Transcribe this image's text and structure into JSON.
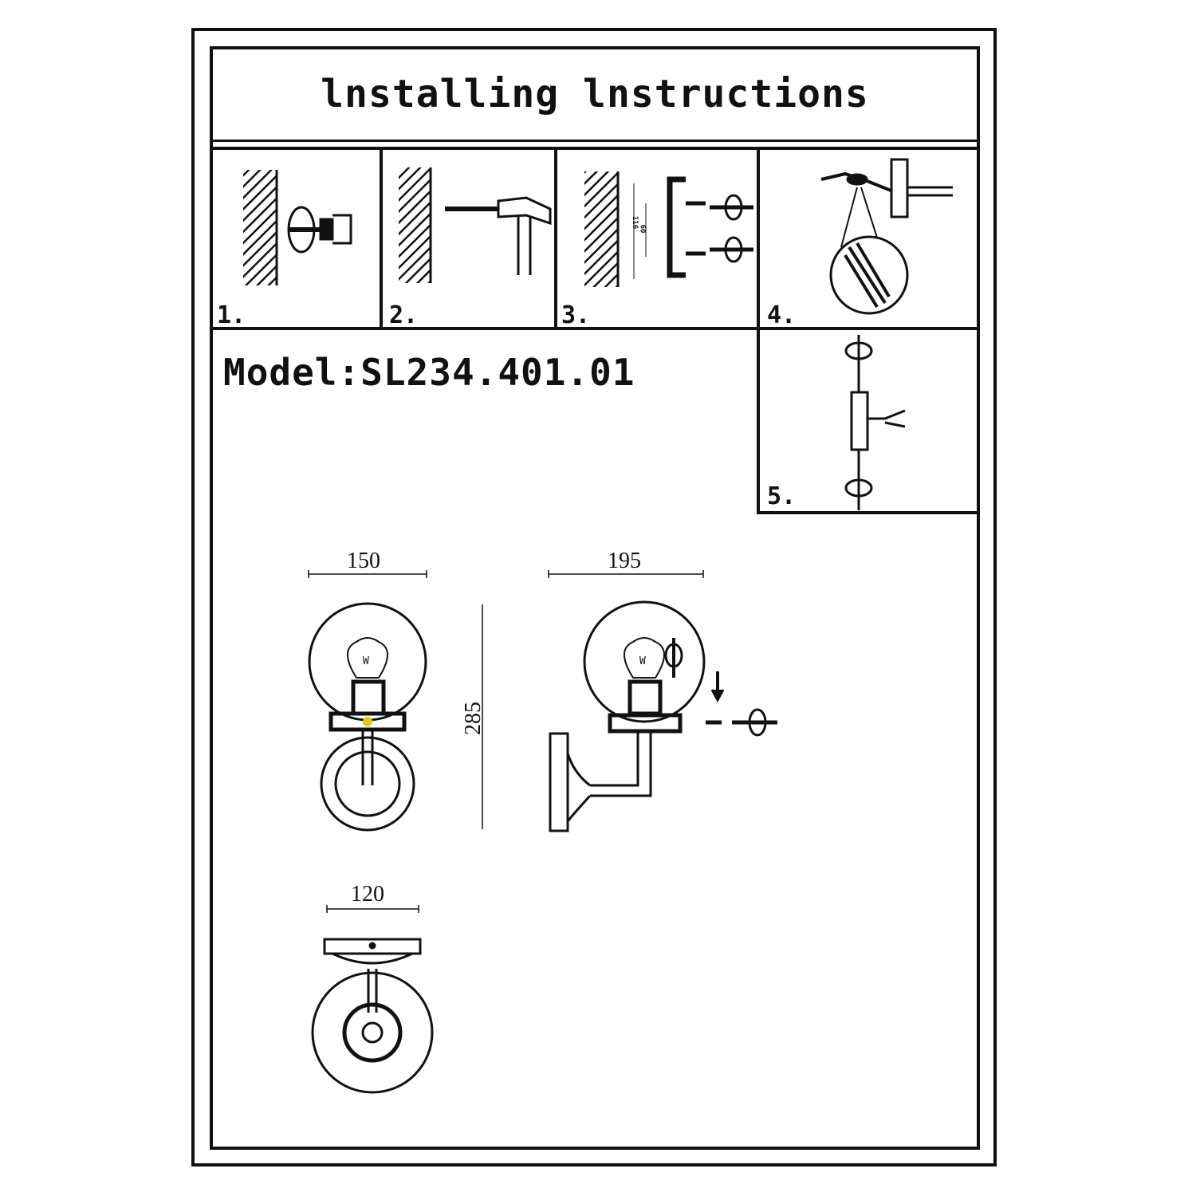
{
  "title": "lnstalling lnstructions",
  "steps": [
    {
      "number": "1."
    },
    {
      "number": "2."
    },
    {
      "number": "3.",
      "dimensions": [
        "116",
        "60"
      ]
    },
    {
      "number": "4."
    },
    {
      "number": "5."
    }
  ],
  "model": {
    "label": "Model:",
    "value": "SL234.401.01"
  },
  "dimensions": {
    "front_width": "150",
    "side_width": "195",
    "height": "285",
    "bottom_width": "120"
  },
  "bulb_label": "W"
}
